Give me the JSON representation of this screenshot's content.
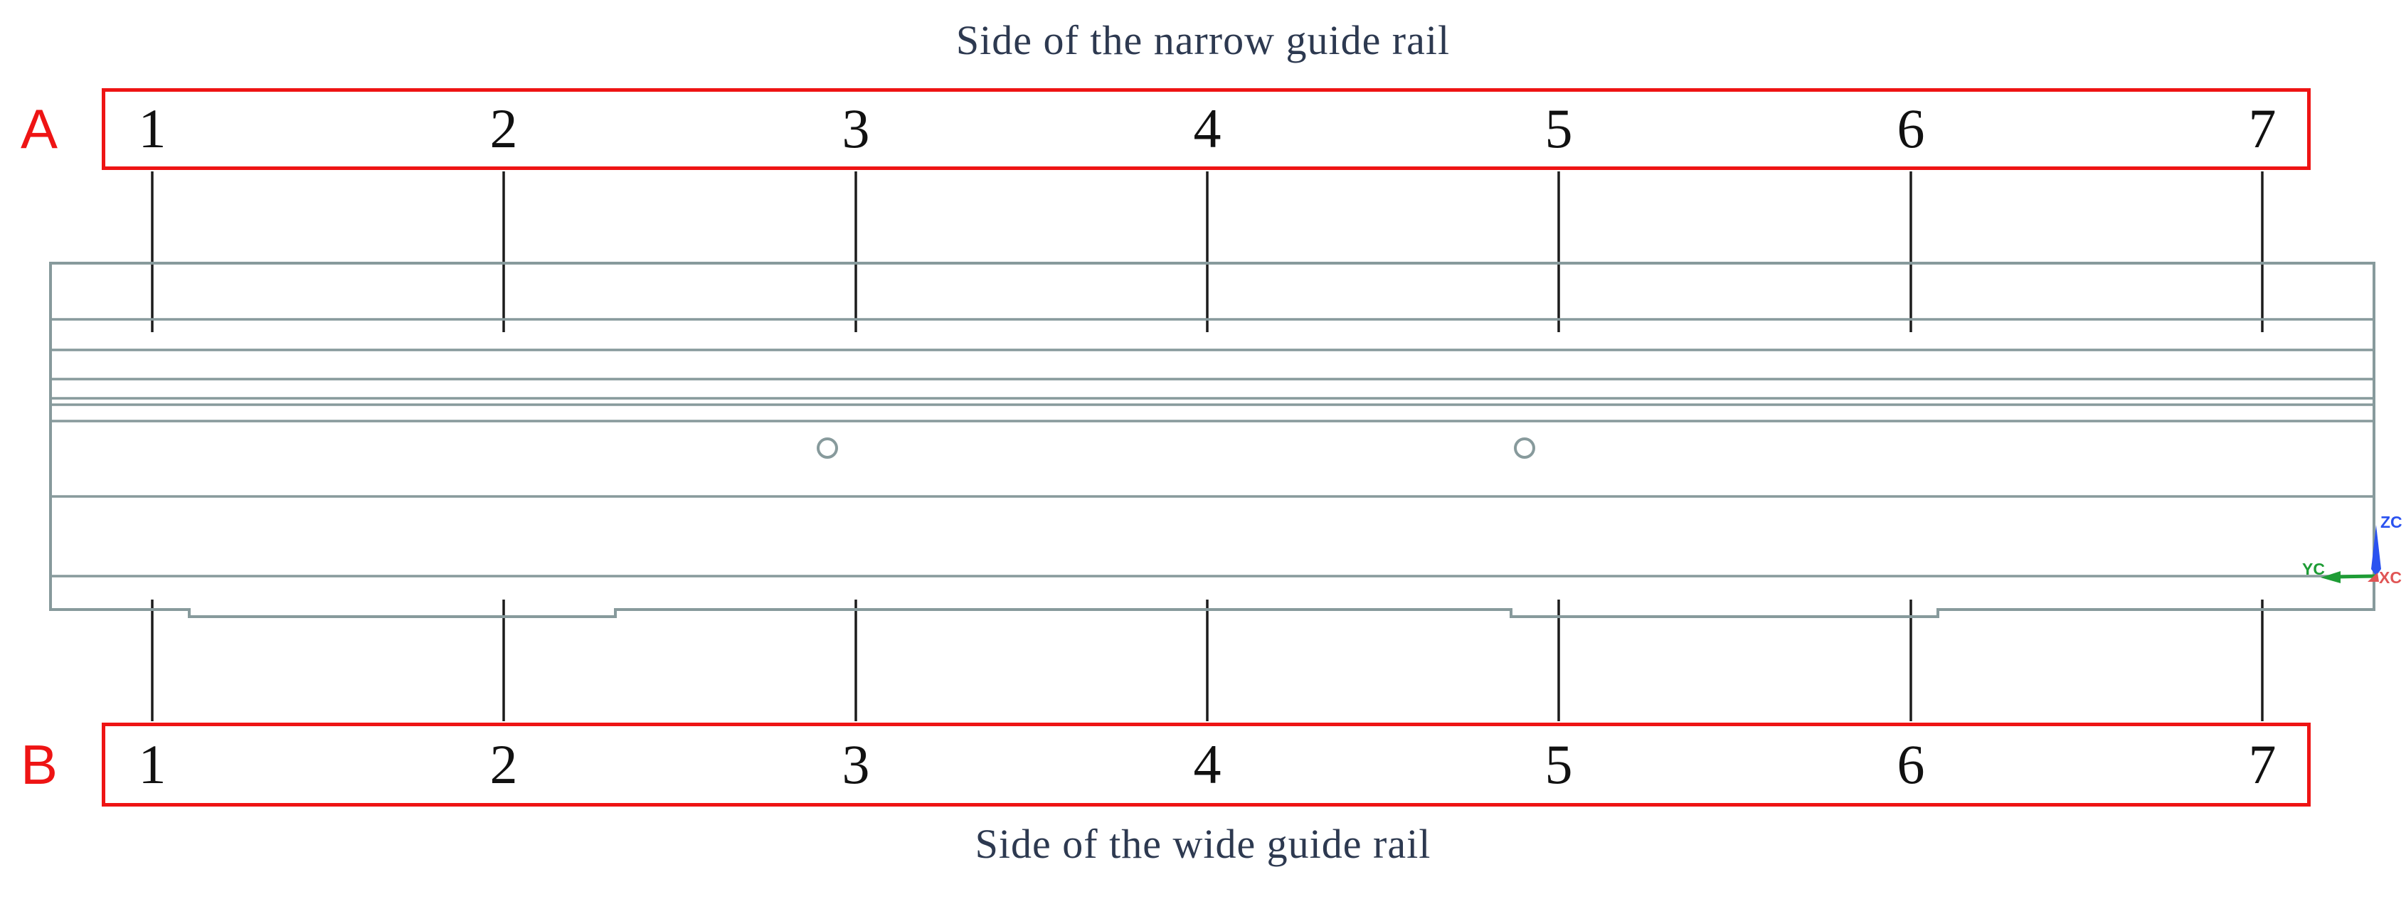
{
  "titles": {
    "top": "Side of the narrow guide rail",
    "bottom": "Side of the wide guide rail"
  },
  "rows": {
    "top_label": "A",
    "bottom_label": "B"
  },
  "markers": [
    "1",
    "2",
    "3",
    "4",
    "5",
    "6",
    "7"
  ],
  "triad": {
    "z_label": "ZC",
    "y_label": "YC",
    "x_label": "XC"
  },
  "colors": {
    "box-red": "#ee1414",
    "title-navy": "#2d3950",
    "rail-gray": "#879a9c",
    "tick-black": "#1c1c1c",
    "digit-black": "#111111",
    "triad-blue": "#2a52f0",
    "triad-green": "#1e9c35",
    "triad-red": "#e05555"
  }
}
